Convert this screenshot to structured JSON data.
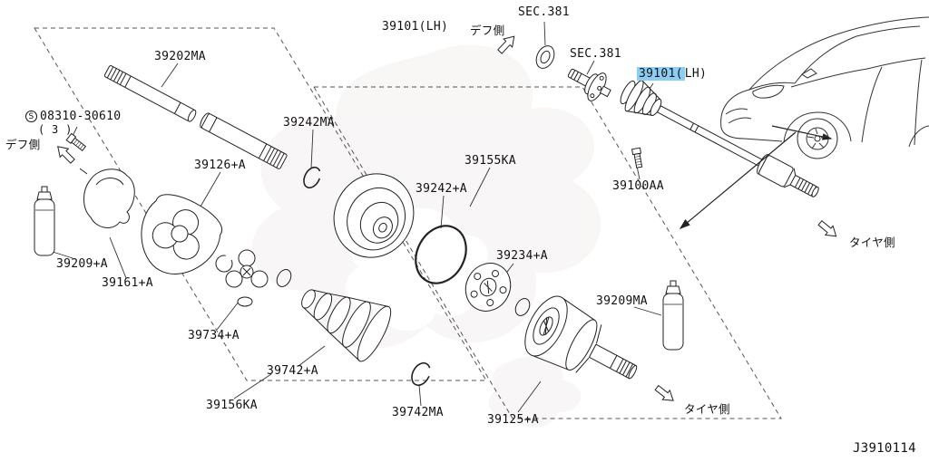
{
  "diagram": {
    "doc_number": "J3910114",
    "highlight_style": "background:#8ccdf4;",
    "colors": {
      "highlight": "#8ccdf4",
      "line": "#222222"
    },
    "labels": {
      "shaft_39202ma": "39202MA",
      "axle_39101_lh": "39101(LH)",
      "diff_side_top": "デフ側",
      "sec_381_seal": "SEC.381",
      "sec_381_flange": "SEC.381",
      "highlight_39101_part1": "39101(",
      "highlight_39101_part2": "LH)",
      "bolt_prefix": "S",
      "bolt_08310": "08310-30610",
      "bolt_qty": "( 3 )",
      "diff_side_left": "デフ側",
      "band_39242ma": "39242MA",
      "housing_39126a": "39126+A",
      "kit_39155ka": "39155KA",
      "band_39242a": "39242+A",
      "bolt_39100aa": "39100AA",
      "grease_39209a": "39209+A",
      "shield_39161a": "39161+A",
      "flange_39234a": "39234+A",
      "spider_39734a": "39734+A",
      "grease_39209ma": "39209MA",
      "boot_39742a": "39742+A",
      "kit_39156ka": "39156KA",
      "band_39742ma": "39742MA",
      "joint_39125a": "39125+A",
      "tire_side_right": "タイヤ側",
      "tire_side_bottom": "タイヤ側"
    }
  }
}
